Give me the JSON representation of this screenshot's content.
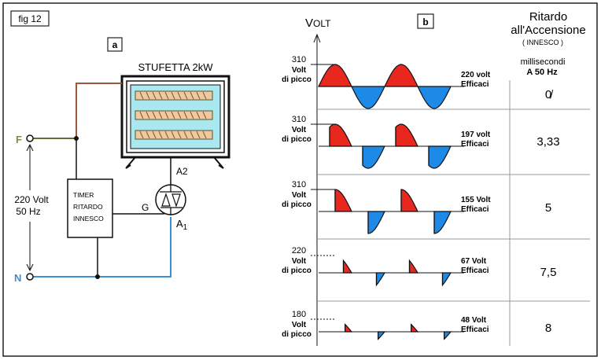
{
  "figure": {
    "fig_label": "fig 12",
    "panel_a_label": "a",
    "panel_b_label": "b"
  },
  "circuit": {
    "heater_title": "STUFETTA 2kW",
    "terminal_f": "F",
    "terminal_n": "N",
    "voltage_line1": "220 Volt",
    "voltage_line2": "50 Hz",
    "timer_line1": "TIMER",
    "timer_line2": "RITARDO",
    "timer_line3": "INNESCO",
    "gate_label": "G",
    "a2_label": "A2",
    "a1_label": "A",
    "a1_subscript": "1",
    "colors": {
      "phase_wire": "#9c5a3c",
      "phase_wire_left": "#6b6b3a",
      "neutral_wire": "#3a8fd6",
      "heater_fill": "#a8e8ee",
      "element_fill": "#f0c8a0"
    }
  },
  "waveforms": {
    "axis_title_prefix": "V",
    "axis_title_rest": "OLT",
    "colors": {
      "positive": "#e8281e",
      "negative": "#1e8ae8"
    },
    "rows": [
      {
        "peak_value": "310",
        "peak_line2": "Volt",
        "peak_line3": "di picco",
        "rms_line1": "220 volt",
        "rms_line2": "Efficaci",
        "delay_ms": "0̸",
        "delay_fraction": 0.0,
        "amplitude_fraction": 1.0
      },
      {
        "peak_value": "310",
        "peak_line2": "Volt",
        "peak_line3": "di picco",
        "rms_line1": "197 volt",
        "rms_line2": "Efficaci",
        "delay_ms": "3,33",
        "delay_fraction": 0.333,
        "amplitude_fraction": 1.0
      },
      {
        "peak_value": "310",
        "peak_line2": "Volt",
        "peak_line3": "di picco",
        "rms_line1": "155 Volt",
        "rms_line2": "Efficaci",
        "delay_ms": "5",
        "delay_fraction": 0.5,
        "amplitude_fraction": 1.0
      },
      {
        "peak_value": "220",
        "peak_line2": "Volt",
        "peak_line3": "di picco",
        "rms_line1": "67 Volt",
        "rms_line2": "Efficaci",
        "delay_ms": "7,5",
        "delay_fraction": 0.75,
        "amplitude_fraction": 0.71
      },
      {
        "peak_value": "180",
        "peak_line2": "Volt",
        "peak_line3": "di picco",
        "rms_line1": "48 Volt",
        "rms_line2": "Efficaci",
        "delay_ms": "8",
        "delay_fraction": 0.8,
        "amplitude_fraction": 0.58
      }
    ]
  },
  "delay_table": {
    "header_line1": "Ritardo",
    "header_line2": "all'Accensione",
    "header_line3": "( INNESCO )",
    "unit_line1": "millisecondi",
    "unit_line2": "A 50 Hz"
  }
}
